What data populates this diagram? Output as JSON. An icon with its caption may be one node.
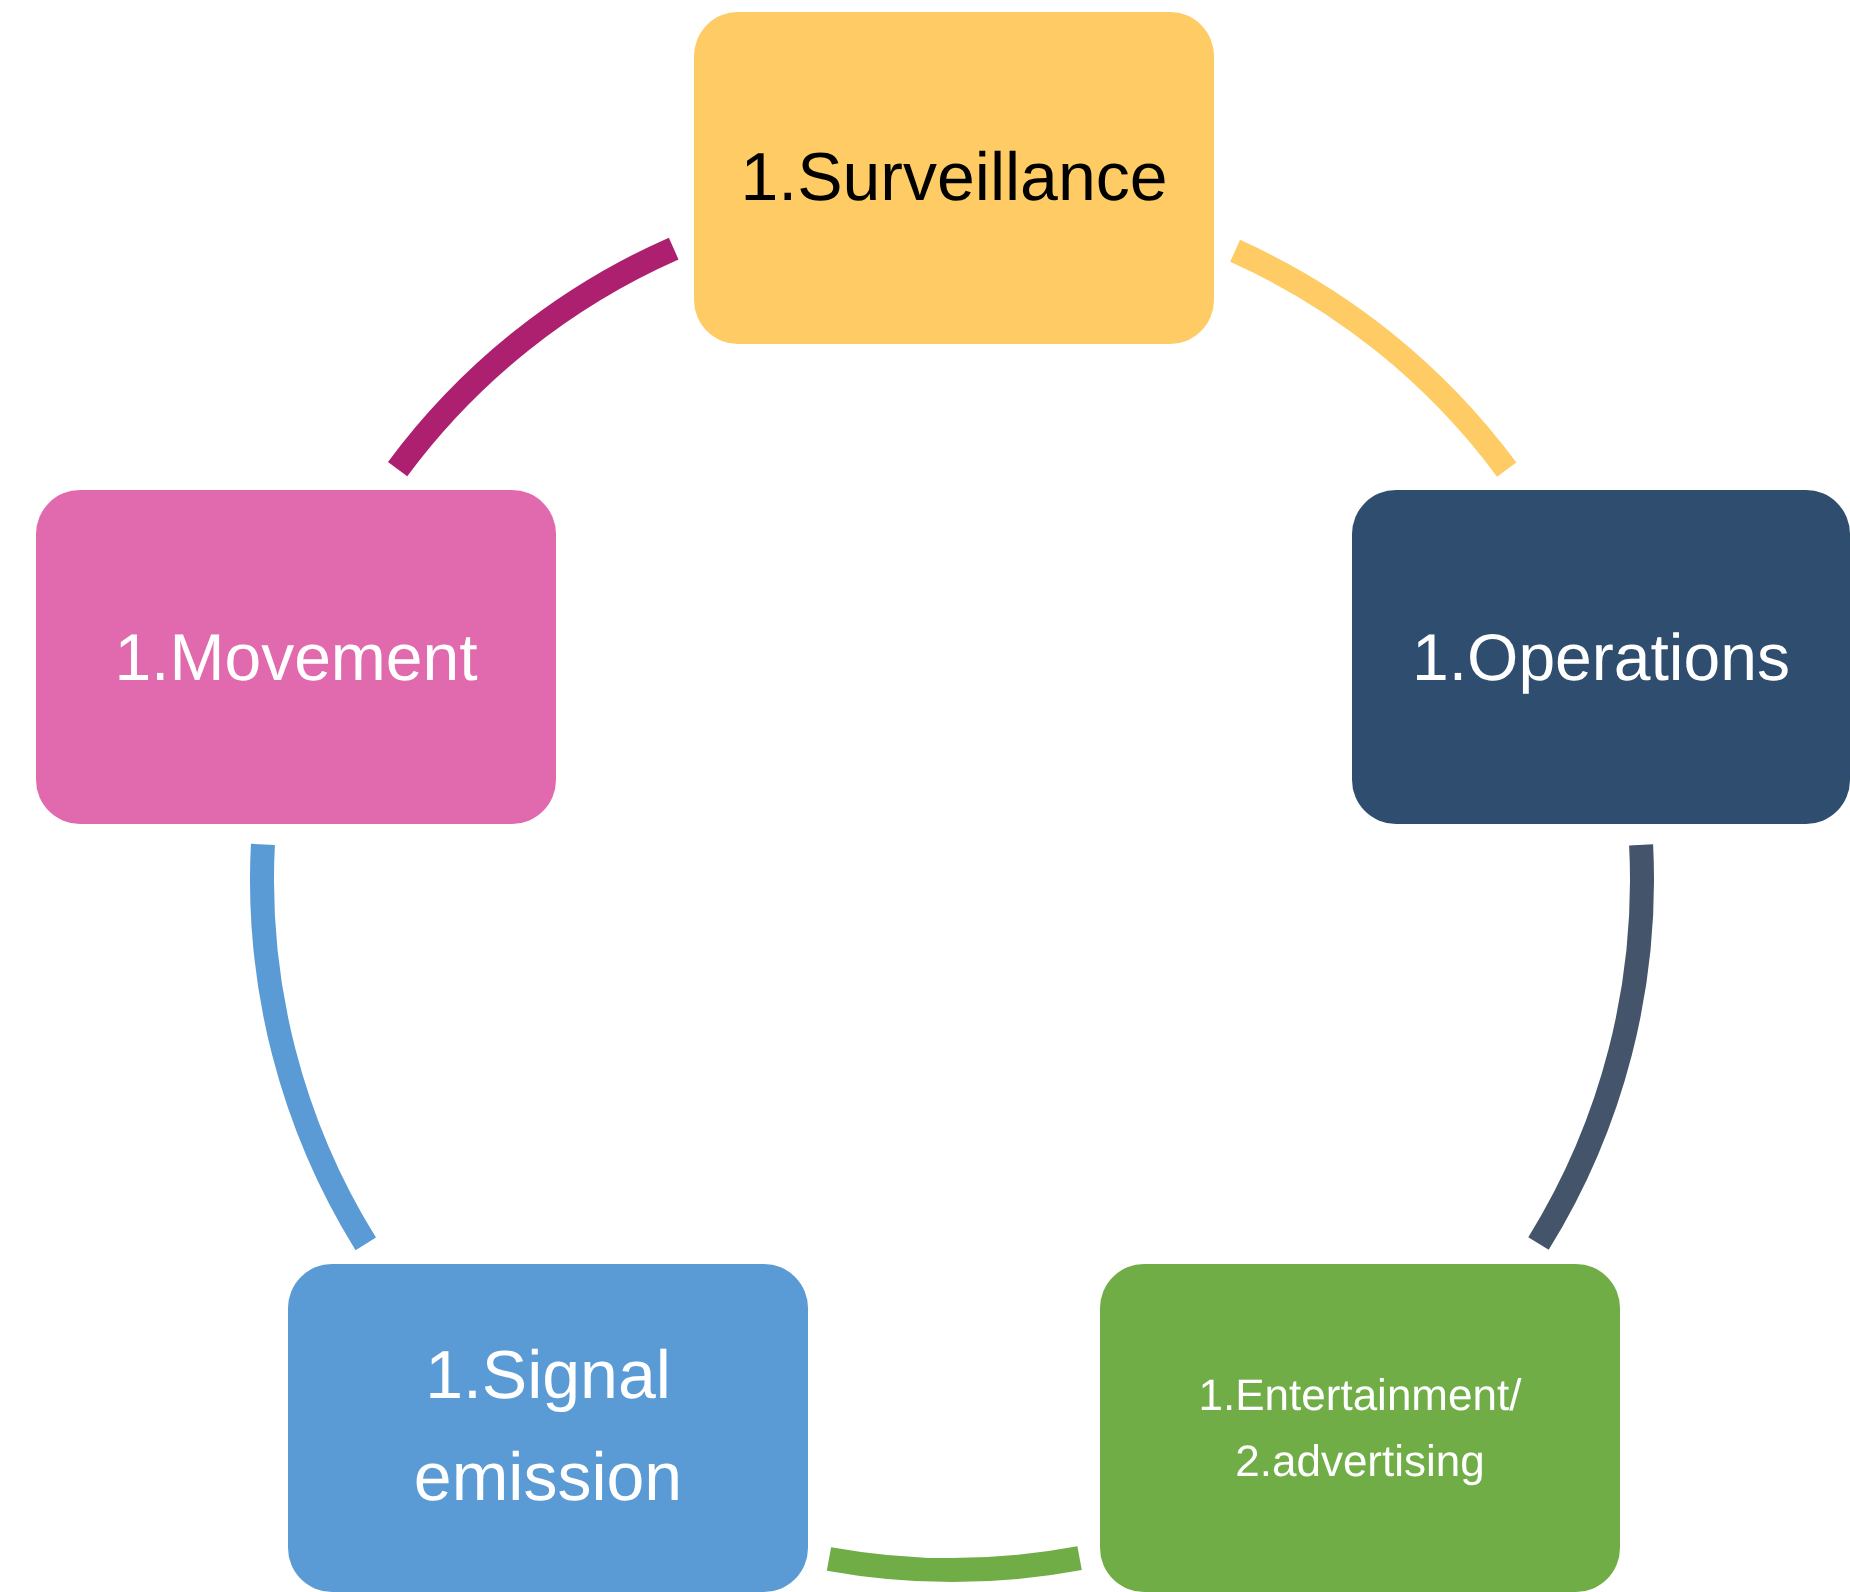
{
  "diagram": {
    "nodes": [
      {
        "text": [
          "1.Surveillance"
        ]
      },
      {
        "text": [
          "1.Operations"
        ]
      },
      {
        "text": [
          "1.Entertainment/",
          "2.advertising"
        ]
      },
      {
        "text": [
          "1.Signal emission"
        ]
      },
      {
        "text": [
          "1.Movement"
        ]
      }
    ],
    "edges": [
      {
        "from": 0,
        "to": 1,
        "arrow": "none",
        "color": "#fecb64"
      },
      {
        "from": 1,
        "to": 2,
        "arrow": "none",
        "color": "#44546a"
      },
      {
        "from": 2,
        "to": 3,
        "arrow": "none",
        "color": "#70ad47"
      },
      {
        "from": 3,
        "to": 4,
        "arrow": "none",
        "color": "#5b9bd5"
      },
      {
        "from": 4,
        "to": 0,
        "arrow": "none",
        "color": "#ad2070"
      }
    ]
  }
}
